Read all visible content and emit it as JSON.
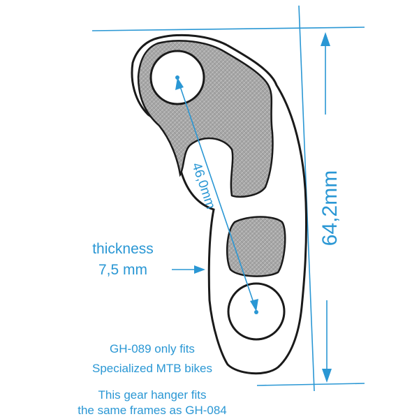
{
  "dimensions": {
    "hole_distance": "46,0mm",
    "height": "64,2mm"
  },
  "thickness": {
    "label": "thickness",
    "value": "7,5 mm"
  },
  "notes": {
    "fit_line1": "GH-089 only fits",
    "fit_line2": "Specialized MTB bikes",
    "same_frames_line1": "This gear hanger fits",
    "same_frames_line2": "the same frames as GH-084"
  },
  "colors": {
    "accent": "#2a97d4",
    "outline": "#1a1a1a",
    "textured_area": "#a6a6a6",
    "background": "#ffffff"
  }
}
